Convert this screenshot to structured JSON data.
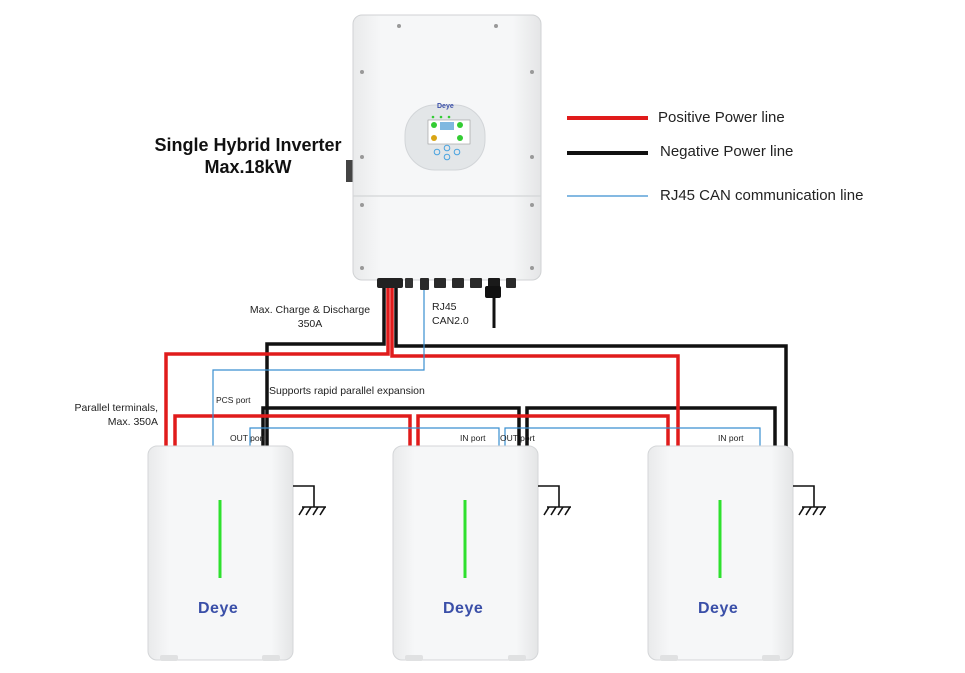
{
  "title": {
    "line1": "Single Hybrid Inverter",
    "line2": "Max.18kW"
  },
  "legend": [
    {
      "label": "Positive Power line",
      "color": "#e01b1b"
    },
    {
      "label": "Negative Power line",
      "color": "#111111"
    },
    {
      "label": "RJ45 CAN communication line",
      "color": "#3a8fd0"
    }
  ],
  "annotations": {
    "charge_line1": "Max.  Charge & Discharge",
    "charge_line2": "350A",
    "rj45_line1": "RJ45",
    "rj45_line2": "CAN2.0",
    "parallel_line1": "Parallel terminals,",
    "parallel_line2": "Max. 350A",
    "rapid_expansion": "Supports rapid parallel expansion",
    "pcs_port": "PCS port"
  },
  "batteries": [
    {
      "brand": "Deye",
      "ports": [
        "OUT port"
      ]
    },
    {
      "brand": "Deye",
      "ports": [
        "IN port",
        "OUT port"
      ]
    },
    {
      "brand": "Deye",
      "ports": [
        "IN port"
      ]
    }
  ],
  "inverter": {
    "brand": "Deye"
  },
  "colors": {
    "positive": "#e01b1b",
    "negative": "#111111",
    "can": "#3a8fd0",
    "led": "#2ee02e",
    "device": "#f1f2f3"
  }
}
